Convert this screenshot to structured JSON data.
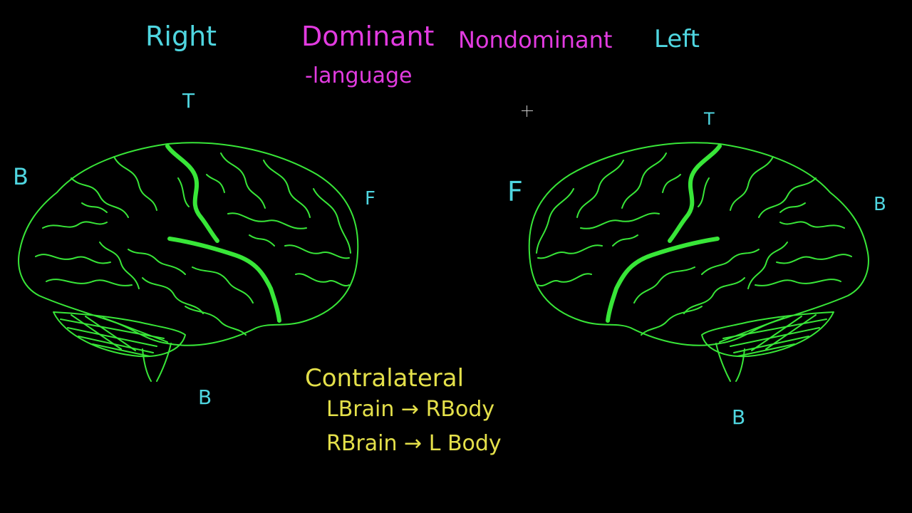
{
  "labels": {
    "right": "Right",
    "dominant": "Dominant",
    "language": "-language",
    "nondominant": "Nondominant",
    "left": "Left"
  },
  "left_brain": {
    "top": "T",
    "back": "B",
    "front": "F",
    "bottom": "B"
  },
  "right_brain": {
    "top": "T",
    "front": "F",
    "back": "B",
    "bottom": "B"
  },
  "notes": {
    "heading": "Contralateral",
    "line1": "LBrain → RBody",
    "line2": "RBrain → L Body"
  },
  "colors": {
    "background": "#000000",
    "cyan": "#4fd6e0",
    "magenta": "#e23be0",
    "yellow": "#e4e04a",
    "brain": "#38e638"
  }
}
